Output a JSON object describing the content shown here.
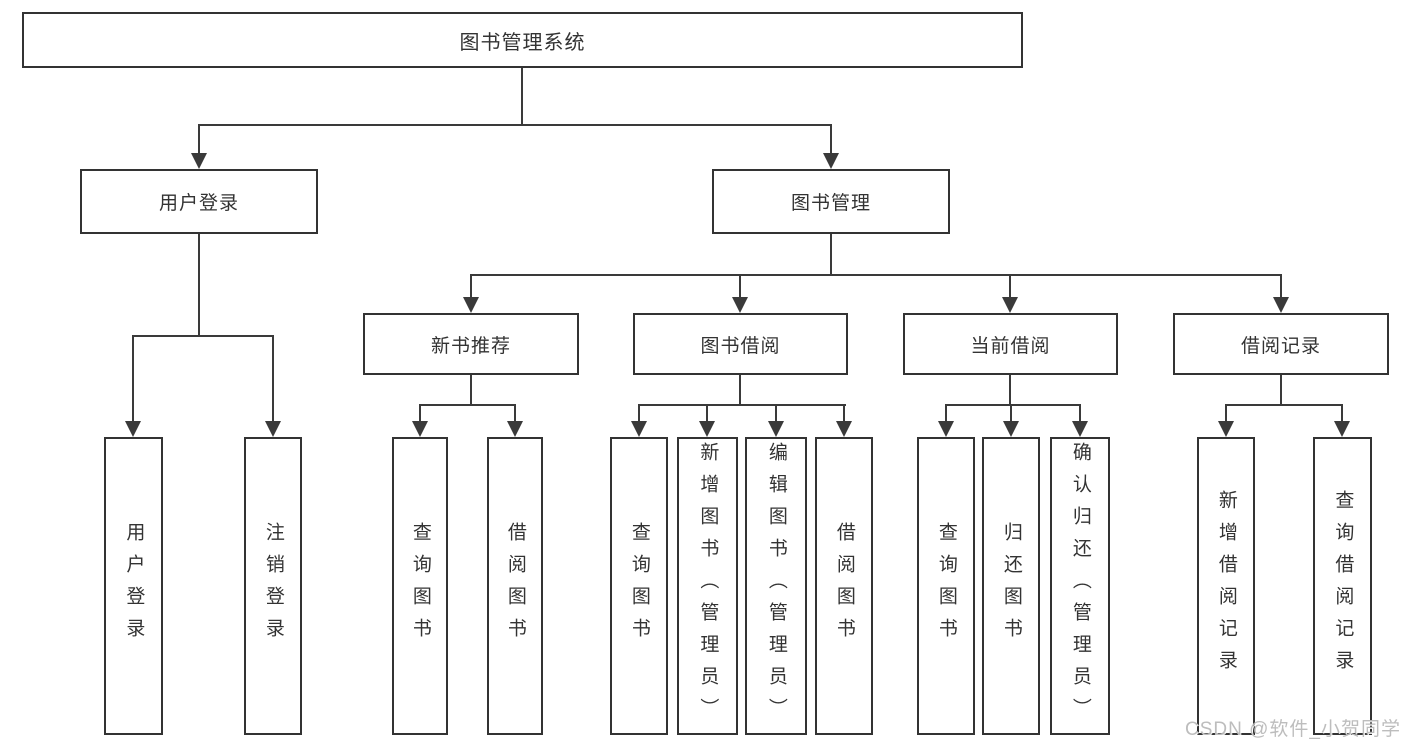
{
  "diagram": {
    "title": "图书管理系统",
    "colors": {
      "box_border": "#333333",
      "line": "#3a3a3a",
      "text": "#333333",
      "watermark": "#b9b9b9"
    },
    "root": {
      "label": "图书管理系统",
      "children": [
        {
          "label": "用户登录",
          "children": [
            {
              "label": "用户登录"
            },
            {
              "label": "注销登录"
            }
          ]
        },
        {
          "label": "图书管理",
          "children": [
            {
              "label": "新书推荐",
              "children": [
                {
                  "label": "查询图书"
                },
                {
                  "label": "借阅图书"
                }
              ]
            },
            {
              "label": "图书借阅",
              "children": [
                {
                  "label": "查询图书"
                },
                {
                  "label": "新增图书（管理员）"
                },
                {
                  "label": "编辑图书（管理员）"
                },
                {
                  "label": "借阅图书"
                }
              ]
            },
            {
              "label": "当前借阅",
              "children": [
                {
                  "label": "查询图书"
                },
                {
                  "label": "归还图书"
                },
                {
                  "label": "确认归还（管理员）"
                }
              ]
            },
            {
              "label": "借阅记录",
              "children": [
                {
                  "label": "新增借阅记录"
                },
                {
                  "label": "查询借阅记录"
                }
              ]
            }
          ]
        }
      ]
    }
  },
  "watermark": {
    "text": "CSDN @软件_小贺同学"
  }
}
